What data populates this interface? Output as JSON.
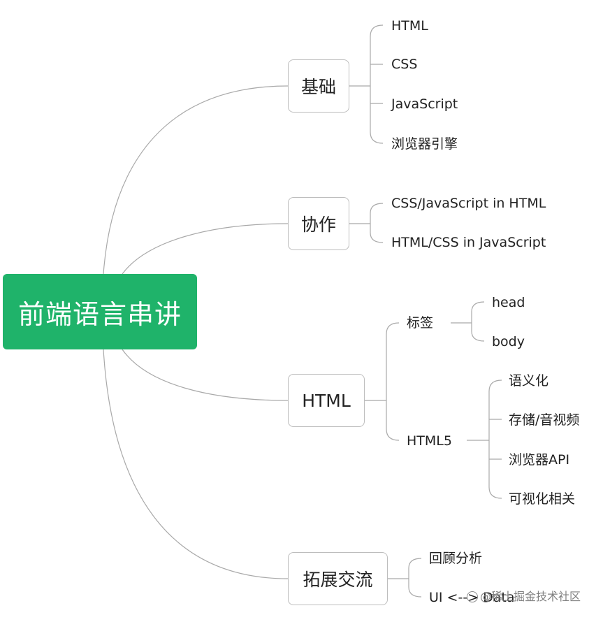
{
  "root": "前端语言串讲",
  "branches": [
    {
      "label": "基础",
      "children": [
        "HTML",
        "CSS",
        "JavaScript",
        "浏览器引擎"
      ]
    },
    {
      "label": "协作",
      "children": [
        "CSS/JavaScript in HTML",
        "HTML/CSS in JavaScript"
      ]
    },
    {
      "label": "HTML",
      "children": [
        {
          "label": "标签",
          "children": [
            "head",
            "body"
          ]
        },
        {
          "label": "HTML5",
          "children": [
            "语义化",
            "存储/音视频",
            "浏览器API",
            "可视化相关"
          ]
        }
      ]
    },
    {
      "label": "拓展交流",
      "children": [
        "回顾分析",
        "UI <--> Data"
      ]
    }
  ],
  "watermark": "@稀土掘金技术社区",
  "colors": {
    "root_bg": "#1fb36a",
    "line": "#a9a9a9",
    "box_border": "#bdbdbd"
  }
}
